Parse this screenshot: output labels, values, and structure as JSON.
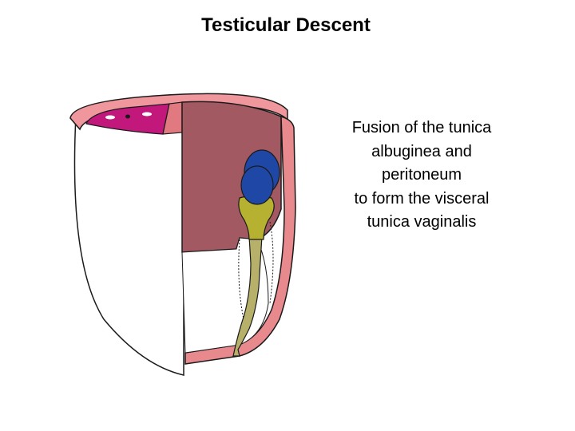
{
  "title": "Testicular Descent",
  "caption": {
    "lines": [
      "Fusion of the tunica",
      "albuginea and",
      "peritoneum",
      "to form the visceral",
      "tunica vaginalis"
    ]
  },
  "colors": {
    "background": "#ffffff",
    "body_wall": "#e8898e",
    "body_wall_dark": "#c95f6a",
    "posterior_wall": "#a25961",
    "interior": "#ffffff",
    "skin": "#f5a0a6",
    "muscle": "#c2187b",
    "testis": "#1f47a5",
    "gubernaculum": "#b7b132",
    "cord": "#b6b06a",
    "outline": "#1a1a1a"
  },
  "icons": [
    "torso-cross-section",
    "testis-blob",
    "gubernaculum-cord",
    "inguinal-canal-dashed-outline"
  ]
}
